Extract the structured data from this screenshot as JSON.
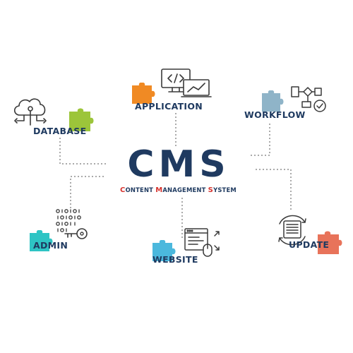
{
  "title": "CMS",
  "subtitle": {
    "words": [
      {
        "initial": "C",
        "rest": "ONTENT"
      },
      {
        "initial": "M",
        "rest": "ANAGEMENT"
      },
      {
        "initial": "S",
        "rest": "YSTEM"
      }
    ]
  },
  "nodes": {
    "database": "DATABASE",
    "application": "APPLICATION",
    "workflow": "WORKFLOW",
    "admin": "ADMIN",
    "website": "WEBSITE",
    "update": "UPDATE"
  },
  "colors": {
    "navy": "#1f3a60",
    "accent_red": "#d6332e",
    "puzzle_green": "#9cc53a",
    "puzzle_orange": "#f08a24",
    "puzzle_blue": "#8fb4c8",
    "puzzle_teal": "#2ec4c4",
    "puzzle_cyan": "#4bb8dd",
    "puzzle_salmon": "#e8735a"
  },
  "icons": {
    "database": "cloud-network-icon",
    "application": "code-monitor-icon",
    "workflow": "flowchart-check-icon",
    "admin": "binary-key-icon",
    "website": "browser-mouse-icon",
    "update": "document-refresh-icon"
  }
}
